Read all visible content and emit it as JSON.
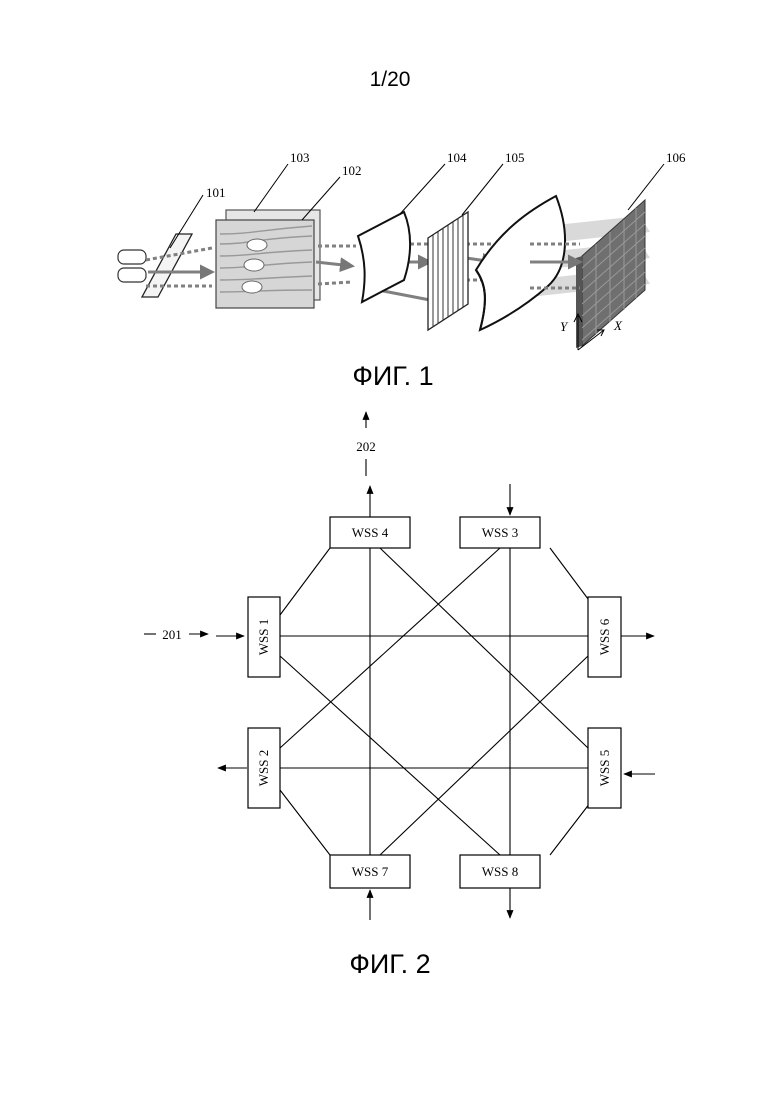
{
  "page_number": "1/20",
  "figure1": {
    "caption": "ФИГ. 1",
    "labels": {
      "l101": "101",
      "l102": "102",
      "l103": "103",
      "l104": "104",
      "l105": "105",
      "l106": "106",
      "axis_y": "Y",
      "axis_x": "X"
    }
  },
  "figure2": {
    "caption": "ФИГ. 2",
    "input_label": "201",
    "output_label": "202",
    "nodes": {
      "wss1": "WSS 1",
      "wss2": "WSS 2",
      "wss3": "WSS 3",
      "wss4": "WSS 4",
      "wss5": "WSS 5",
      "wss6": "WSS 6",
      "wss7": "WSS 7",
      "wss8": "WSS 8"
    }
  }
}
